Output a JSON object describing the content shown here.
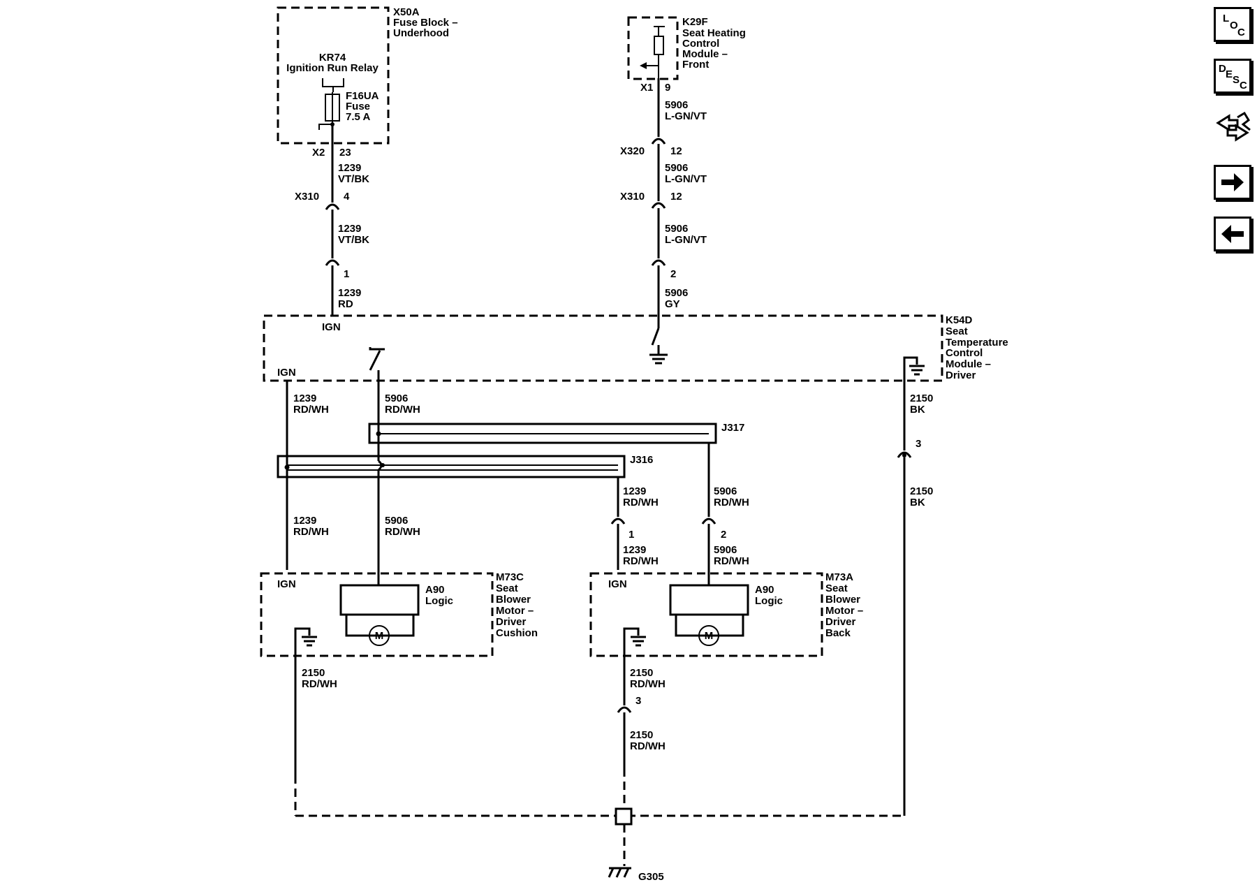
{
  "nav": {
    "loc": {
      "l": "L",
      "o": "O",
      "c": "C"
    },
    "desc": {
      "d": "D",
      "e": "E",
      "s": "S",
      "c": "C"
    }
  },
  "components": {
    "x50a": {
      "ref": "X50A",
      "l1": "Fuse Block –",
      "l2": "Underhood"
    },
    "kr74": {
      "ref": "KR74",
      "l1": "Ignition Run Relay"
    },
    "f16ua": {
      "ref": "F16UA",
      "l1": "Fuse",
      "l2": "7.5 A"
    },
    "k29f": {
      "ref": "K29F",
      "l1": "Seat Heating",
      "l2": "Control",
      "l3": "Module –",
      "l4": "Front"
    },
    "k54d": {
      "ref": "K54D",
      "l1": "Seat",
      "l2": "Temperature",
      "l3": "Control",
      "l4": "Module –",
      "l5": "Driver"
    },
    "m73c": {
      "ref": "M73C",
      "l1": "Seat",
      "l2": "Blower",
      "l3": "Motor –",
      "l4": "Driver",
      "l5": "Cushion"
    },
    "m73a": {
      "ref": "M73A",
      "l1": "Seat",
      "l2": "Blower",
      "l3": "Motor –",
      "l4": "Driver",
      "l5": "Back"
    },
    "a90": {
      "ref": "A90",
      "l1": "Logic"
    },
    "motor": "M",
    "ign": "IGN",
    "j316": "J316",
    "j317": "J317",
    "g305": "G305"
  },
  "connectors": {
    "x2": "X2",
    "x2_pin": "23",
    "x310": "X310",
    "x310_left_pin": "4",
    "x310_right_pin": "12",
    "x320": "X320",
    "x320_pin": "12",
    "x1": "X1",
    "x1_pin": "9",
    "pin1": "1",
    "pin2": "2",
    "pin3": "3"
  },
  "wires": {
    "c1239": "1239",
    "c5906": "5906",
    "c2150": "2150",
    "vtbk": "VT/BK",
    "rd": "RD",
    "rdwh": "RD/WH",
    "lgnvt": "L-GN/VT",
    "gy": "GY",
    "bk": "BK"
  }
}
